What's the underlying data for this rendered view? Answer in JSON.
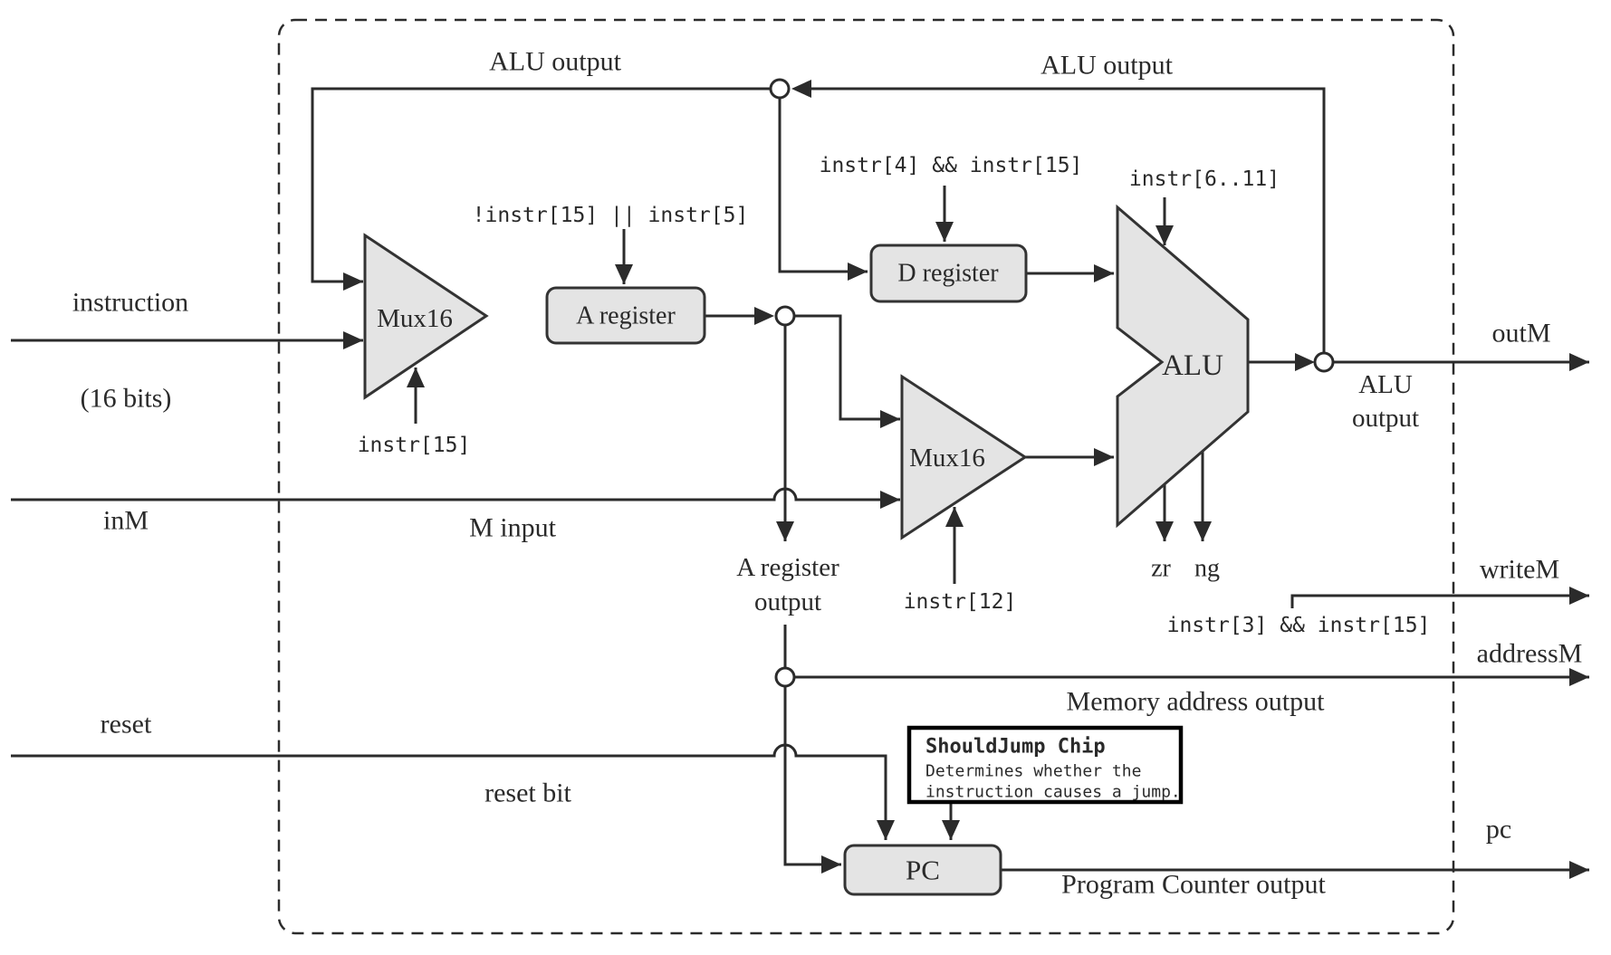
{
  "colors": {
    "line": "#2b2b2b",
    "ink": "#2a2a2a",
    "fill": "#e4e4e4",
    "stroke": "#333333",
    "background": "#ffffff"
  },
  "inputs": {
    "instruction": {
      "label": "instruction",
      "sub": "(16 bits)"
    },
    "inM": {
      "label": "inM",
      "wire_label": "M input"
    },
    "reset": {
      "label": "reset",
      "wire_label": "reset bit"
    }
  },
  "components": {
    "mux_a": {
      "label": "Mux16",
      "select": "instr[15]"
    },
    "a_register": {
      "label": "A register",
      "load": "!instr[15] || instr[5]"
    },
    "d_register": {
      "label": "D register",
      "load": "instr[4] && instr[15]"
    },
    "mux_am": {
      "label": "Mux16",
      "select": "instr[12]"
    },
    "alu": {
      "label": "ALU",
      "control": "instr[6..11]",
      "zr": "zr",
      "ng": "ng"
    },
    "pc": {
      "label": "PC"
    },
    "should_jump": {
      "title": "ShouldJump Chip",
      "body_line1": "Determines whether the",
      "body_line2": "instruction causes a jump."
    }
  },
  "wires": {
    "alu_feedback_label_left": "ALU output",
    "alu_feedback_label_right": "ALU output",
    "a_register_output_line1": "A register",
    "a_register_output_line2": "output"
  },
  "outputs": {
    "outM": {
      "label": "outM",
      "wire_line1": "ALU",
      "wire_line2": "output"
    },
    "writeM": {
      "label": "writeM",
      "condition": "instr[3] && instr[15]"
    },
    "addressM": {
      "label": "addressM",
      "wire_label": "Memory address output"
    },
    "pc": {
      "label": "pc",
      "wire_label": "Program Counter output"
    }
  }
}
